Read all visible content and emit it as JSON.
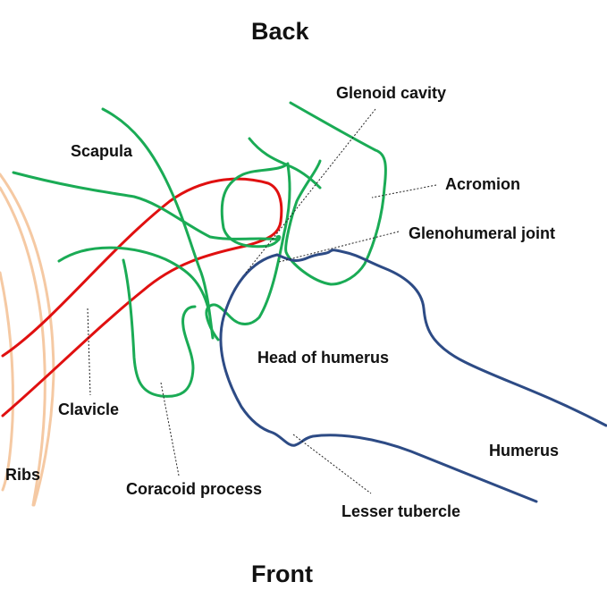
{
  "orientation": {
    "top": "Back",
    "bottom": "Front"
  },
  "labels": {
    "scapula": "Scapula",
    "glenoid_cavity": "Glenoid cavity",
    "acromion": "Acromion",
    "glenohumeral_joint": "Glenohumeral joint",
    "head_of_humerus": "Head of humerus",
    "clavicle": "Clavicle",
    "humerus": "Humerus",
    "ribs": "Ribs",
    "coracoid_process": "Coracoid process",
    "lesser_tubercle": "Lesser tubercle"
  },
  "colors": {
    "scapula": "#1aab55",
    "clavicle": "#e01010",
    "humerus": "#2d4b85",
    "ribs": "#f5c9a3",
    "text": "#111111",
    "leader": "#222222",
    "background": "#ffffff"
  }
}
